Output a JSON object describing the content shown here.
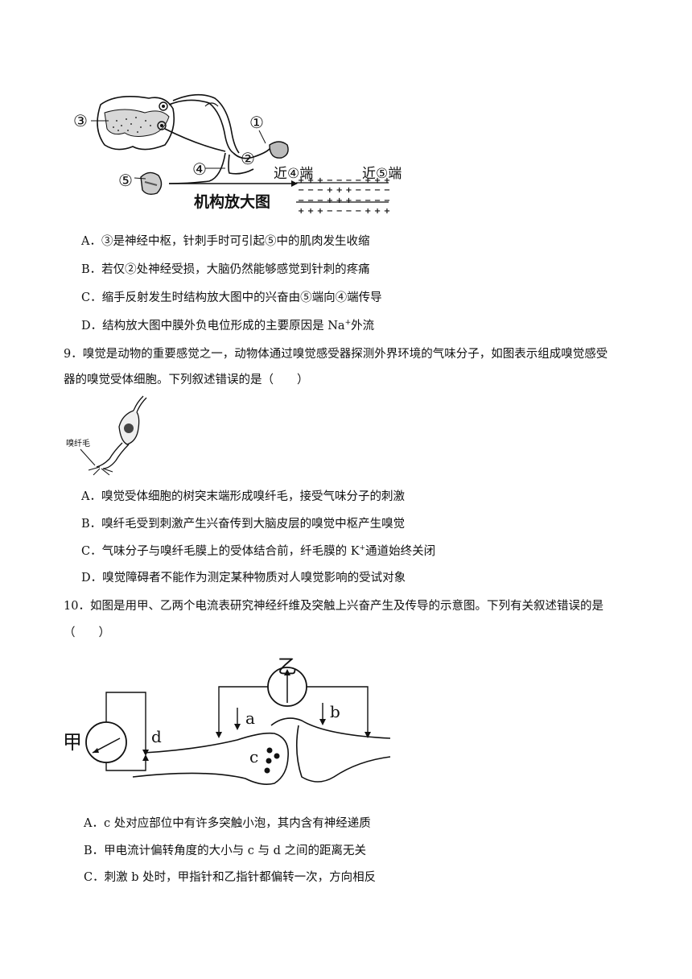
{
  "figure8": {
    "labels": [
      "③",
      "①",
      "②",
      "④",
      "⑤"
    ],
    "near4": "近④端",
    "near5": "近⑤端",
    "caption": "机构放大图",
    "membrane_rows": [
      "+ + + − − − − + + +",
      "− − − + + + − − − −",
      "− − − + + + − − − −",
      "+ + + − − − − + + +"
    ]
  },
  "q8": {
    "A": "A．③是神经中枢，针刺手时可引起⑤中的肌肉发生收缩",
    "B": "B．若仅②处神经受损，大脑仍然能够感觉到针刺的疼痛",
    "C": "C．缩手反射发生时结构放大图中的兴奋由⑤端向④端传导",
    "D_pre": "D．结构放大图中膜外负电位形成的主要原因是 Na",
    "D_sup": "+",
    "D_post": "外流"
  },
  "q9": {
    "stem1": "9．嗅觉是动物的重要感觉之一，动物体通过嗅觉感受器探测外界环境的气味分子，如图表示组成嗅觉感受",
    "stem2": "器的嗅觉受体细胞。下列叙述错误的是（　　）",
    "fig_label": "嗅纤毛",
    "A": "A．嗅觉受体细胞的树突末端形成嗅纤毛，接受气味分子的刺激",
    "B": "B．嗅纤毛受到刺激产生兴奋传到大脑皮层的嗅觉中枢产生嗅觉",
    "C_pre": "C．气味分子与嗅纤毛膜上的受体结合前，纤毛膜的 K",
    "C_sup": "+",
    "C_post": "通道始终关闭",
    "D": "D．嗅觉障碍者不能作为测定某种物质对人嗅觉影响的受试对象"
  },
  "q10": {
    "stem1": "10．如图是用甲、乙两个电流表研究神经纤维及突触上兴奋产生及传导的示意图。下列有关叙述错误的是",
    "stem2": "（　　）",
    "fig": {
      "jia": "甲",
      "yi": "乙",
      "a": "a",
      "b": "b",
      "c": "c",
      "d": "d"
    },
    "A": "A．c 处对应部位中有许多突触小泡，其内含有神经递质",
    "B": "B．甲电流计偏转角度的大小与 c 与 d 之间的距离无关",
    "C": "C．刺激 b 处时，甲指针和乙指针都偏转一次，方向相反"
  }
}
